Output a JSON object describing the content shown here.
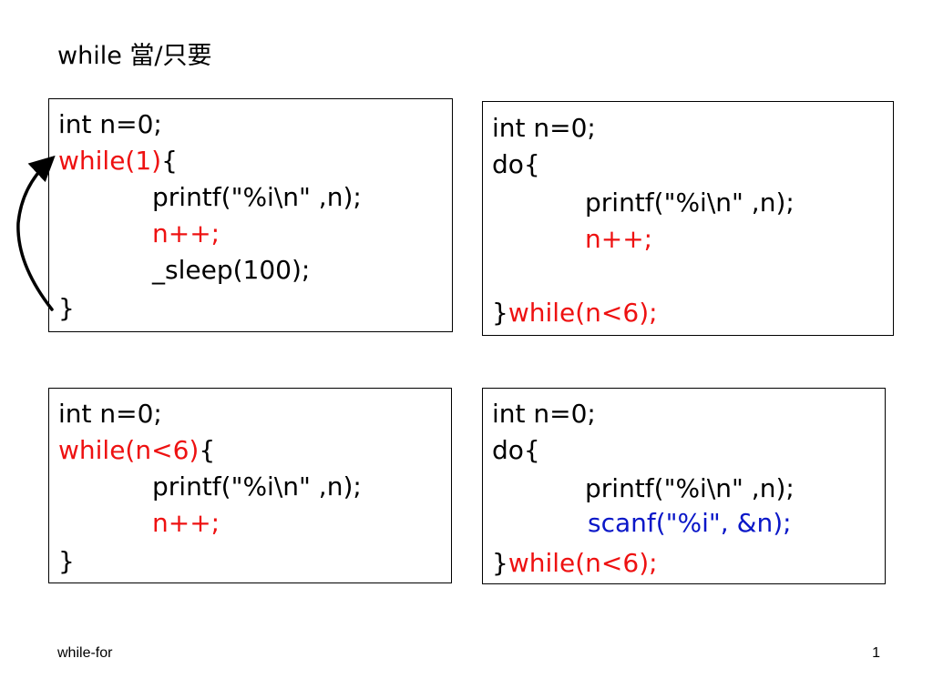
{
  "slide": {
    "title": "while 當/只要"
  },
  "box1": {
    "line1": "int n=0;",
    "line2_keyword": "while(1)",
    "line2_brace": "{",
    "line3": "printf(\"%i\\n\" ,n);",
    "line4": "n++;",
    "line5": "_sleep(100);",
    "line6": "}"
  },
  "box2": {
    "line1": "int n=0;",
    "line2": "do{",
    "line3": "printf(\"%i\\n\" ,n);",
    "line4": "n++;",
    "line5_brace": "}",
    "line5_keyword": "while(n<6);"
  },
  "box3": {
    "line1": "int n=0;",
    "line2_keyword": "while(n<6)",
    "line2_brace": "{",
    "line3": "printf(\"%i\\n\" ,n);",
    "line4": "n++;",
    "line5": "}"
  },
  "box4": {
    "line1": "int n=0;",
    "line2": "do{",
    "line3": "printf(\"%i\\n\" ,n);",
    "line4": "scanf(\"%i\", &n);",
    "line5_brace": "}",
    "line5_keyword": "while(n<6);"
  },
  "footer": {
    "left": "while-for",
    "page_number": "1"
  },
  "colors": {
    "keyword_red": "#ee1111",
    "input_blue": "#0a17c8",
    "text": "#000000"
  }
}
